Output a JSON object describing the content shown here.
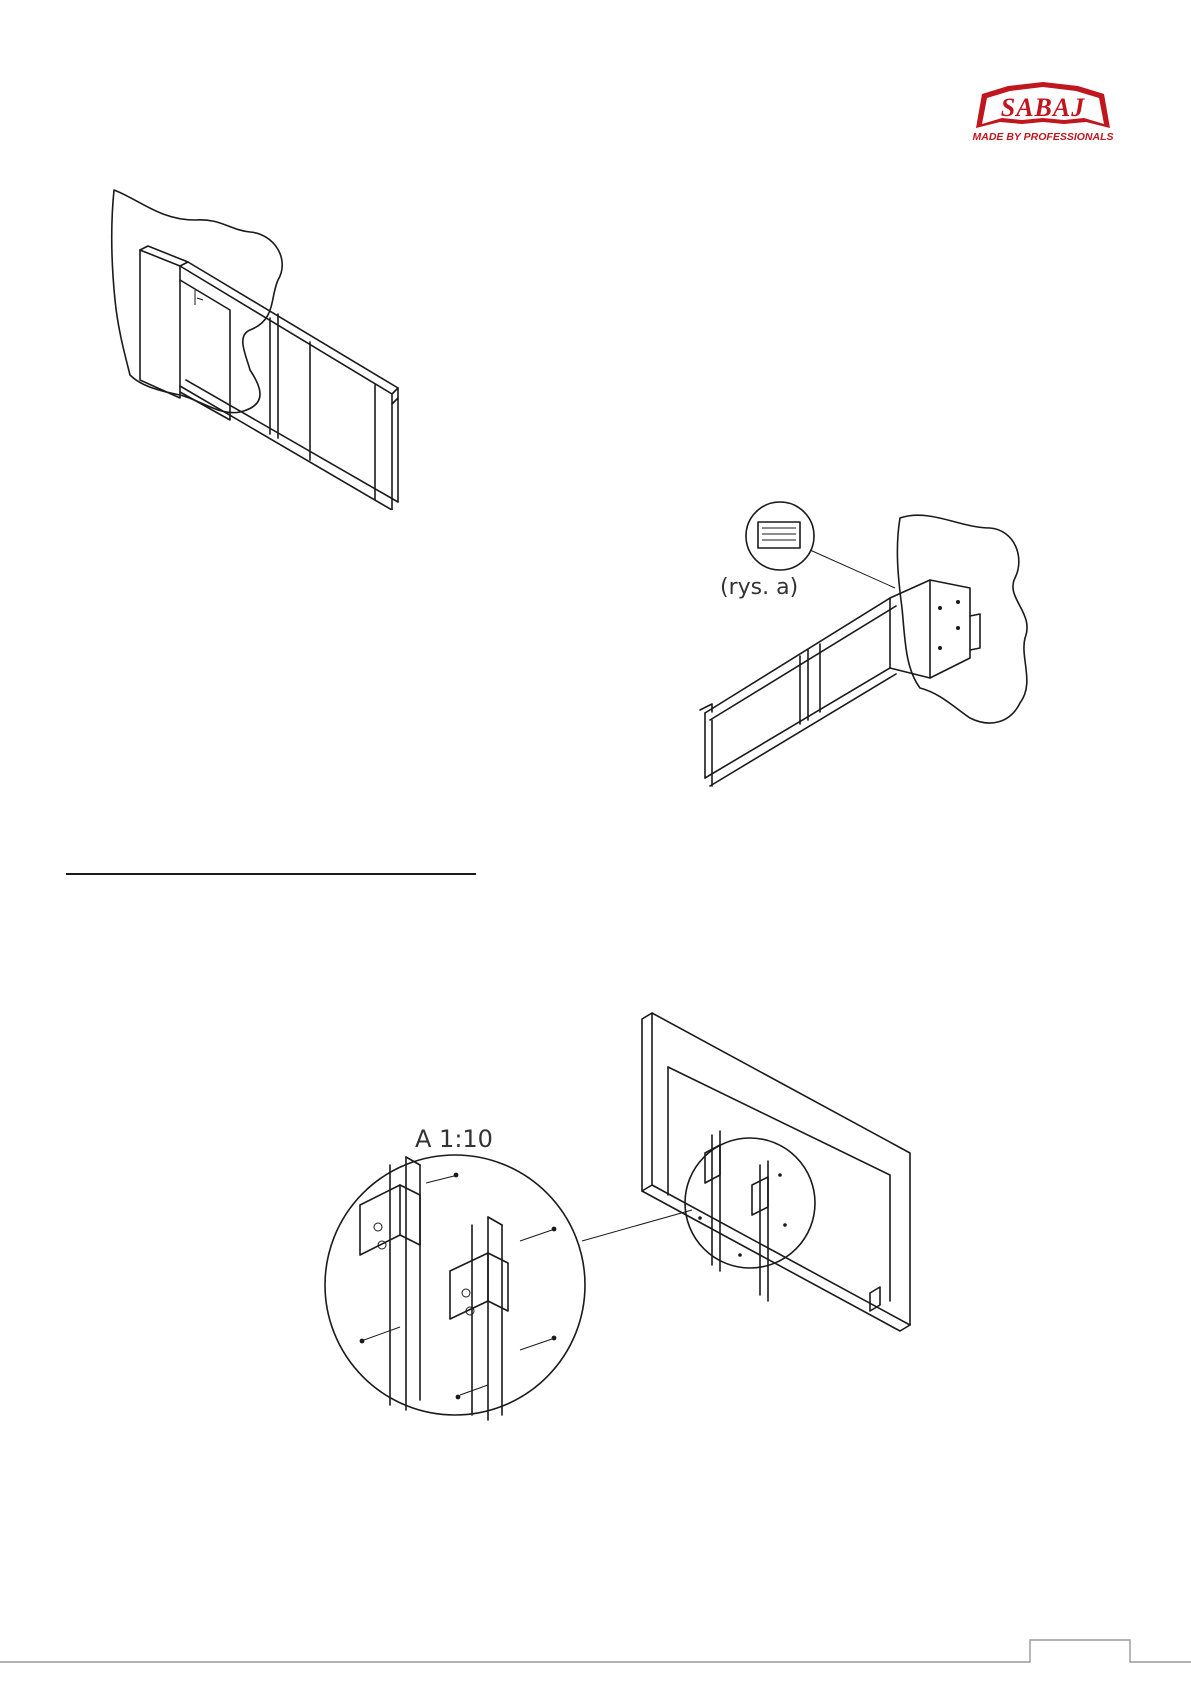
{
  "header": {
    "logo": {
      "text": "SABAJ",
      "tagline": "MADE BY PROFESSIONALS",
      "brand_color": "#c0161d",
      "icon": "sabaj-logo"
    }
  },
  "figures": {
    "figure1": {
      "icon": "wall-mounted-arm-frame"
    },
    "figure2": {
      "label": "(rys. a)",
      "icon": "wall-mount-with-bracket-detail"
    },
    "figure3": {
      "label": "A 1:10",
      "icon": "tv-back-vertical-rails-detail"
    }
  },
  "footer": {
    "page_number": ""
  },
  "colors": {
    "line": "#1a1a1a",
    "rule": "#999999"
  }
}
